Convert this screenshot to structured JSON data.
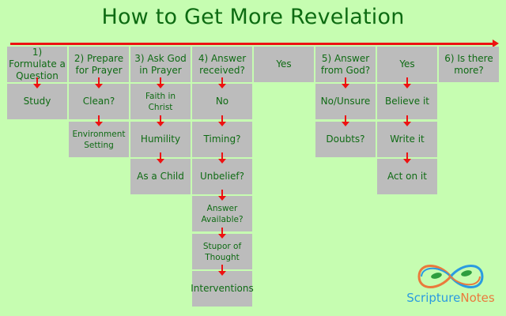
{
  "title": "How to Get More Revelation",
  "colors": {
    "background": "#c6fdb1",
    "box": "#bcbcbc",
    "text": "#0f6b14",
    "arrow": "#ee1111"
  },
  "columns": [
    {
      "header": "1) Formulate a Question",
      "steps": [
        "Study"
      ]
    },
    {
      "header": "2) Prepare for Prayer",
      "steps": [
        "Clean?",
        "Environment Setting"
      ]
    },
    {
      "header": "3) Ask God in Prayer",
      "steps": [
        "Faith in Christ",
        "Humility",
        "As a Child"
      ]
    },
    {
      "header": "4) Answer received?",
      "steps": [
        "No",
        "Timing?",
        "Unbelief?",
        "Answer Available?",
        "Stupor of Thought",
        "Interventions"
      ]
    },
    {
      "header": "Yes",
      "steps": []
    },
    {
      "header": "5) Answer from God?",
      "steps": [
        "No/Unsure",
        "Doubts?"
      ]
    },
    {
      "header": "Yes",
      "steps": [
        "Believe it",
        "Write it",
        "Act on it"
      ]
    },
    {
      "header": "6) Is there more?",
      "steps": []
    }
  ],
  "logo": {
    "part1": "Scripture",
    "part2": "Notes",
    "icon": "infinity-leaf-icon"
  }
}
